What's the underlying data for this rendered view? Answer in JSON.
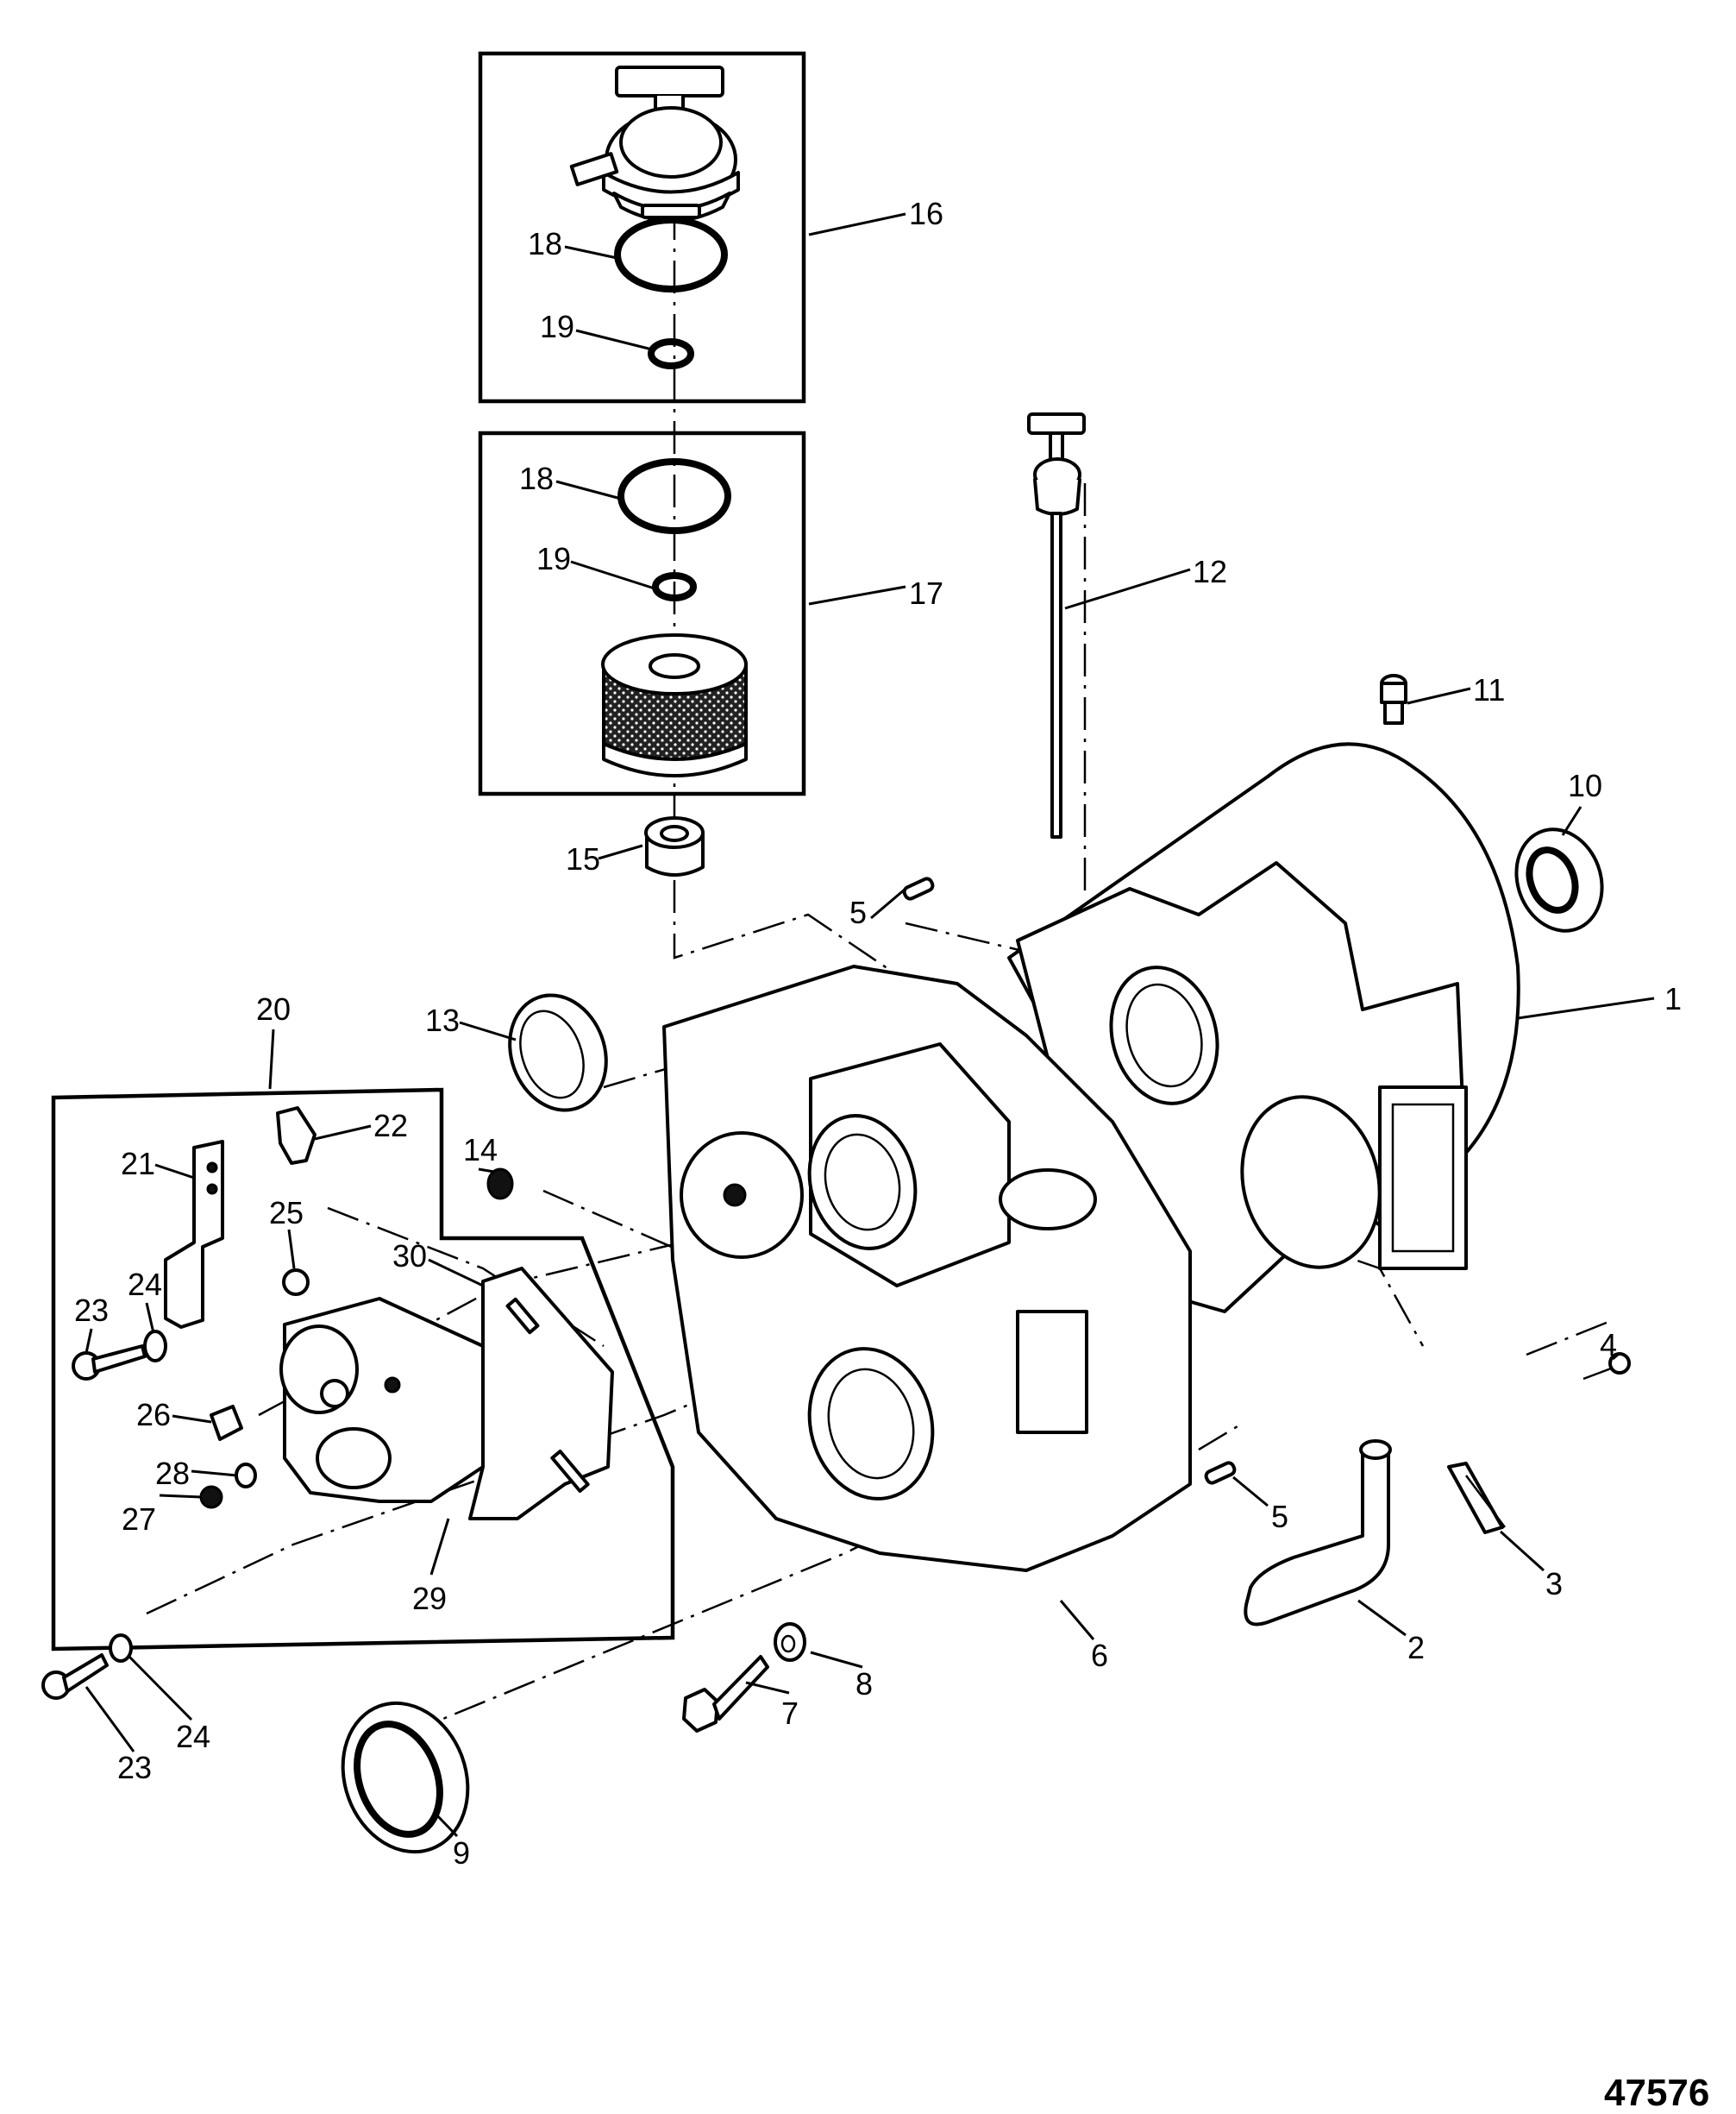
{
  "figure": {
    "type": "exploded-parts-diagram",
    "subject": "transmission housing assembly",
    "figure_number": "47576"
  },
  "callouts": [
    {
      "id": "c1",
      "label": "1"
    },
    {
      "id": "c2",
      "label": "2"
    },
    {
      "id": "c3",
      "label": "3"
    },
    {
      "id": "c4",
      "label": "4"
    },
    {
      "id": "c5a",
      "label": "5"
    },
    {
      "id": "c5b",
      "label": "5"
    },
    {
      "id": "c6",
      "label": "6"
    },
    {
      "id": "c7",
      "label": "7"
    },
    {
      "id": "c8",
      "label": "8"
    },
    {
      "id": "c9",
      "label": "9"
    },
    {
      "id": "c10",
      "label": "10"
    },
    {
      "id": "c11",
      "label": "11"
    },
    {
      "id": "c12",
      "label": "12"
    },
    {
      "id": "c13",
      "label": "13"
    },
    {
      "id": "c14",
      "label": "14"
    },
    {
      "id": "c15",
      "label": "15"
    },
    {
      "id": "c16",
      "label": "16"
    },
    {
      "id": "c17",
      "label": "17"
    },
    {
      "id": "c18a",
      "label": "18"
    },
    {
      "id": "c18b",
      "label": "18"
    },
    {
      "id": "c19a",
      "label": "19"
    },
    {
      "id": "c19b",
      "label": "19"
    },
    {
      "id": "c20",
      "label": "20"
    },
    {
      "id": "c21",
      "label": "21"
    },
    {
      "id": "c22",
      "label": "22"
    },
    {
      "id": "c23a",
      "label": "23"
    },
    {
      "id": "c23b",
      "label": "23"
    },
    {
      "id": "c24a",
      "label": "24"
    },
    {
      "id": "c24b",
      "label": "24"
    },
    {
      "id": "c25",
      "label": "25"
    },
    {
      "id": "c26",
      "label": "26"
    },
    {
      "id": "c27",
      "label": "27"
    },
    {
      "id": "c28",
      "label": "28"
    },
    {
      "id": "c29",
      "label": "29"
    },
    {
      "id": "c30",
      "label": "30"
    }
  ],
  "groups": [
    {
      "id": "box16",
      "callout": "16",
      "contains": [
        "18",
        "19"
      ]
    },
    {
      "id": "box17",
      "callout": "17",
      "contains": [
        "18",
        "19"
      ]
    },
    {
      "id": "box20",
      "callout": "20",
      "contains": [
        "21",
        "22",
        "23",
        "24",
        "25",
        "26",
        "27",
        "28",
        "29",
        "30"
      ]
    }
  ]
}
